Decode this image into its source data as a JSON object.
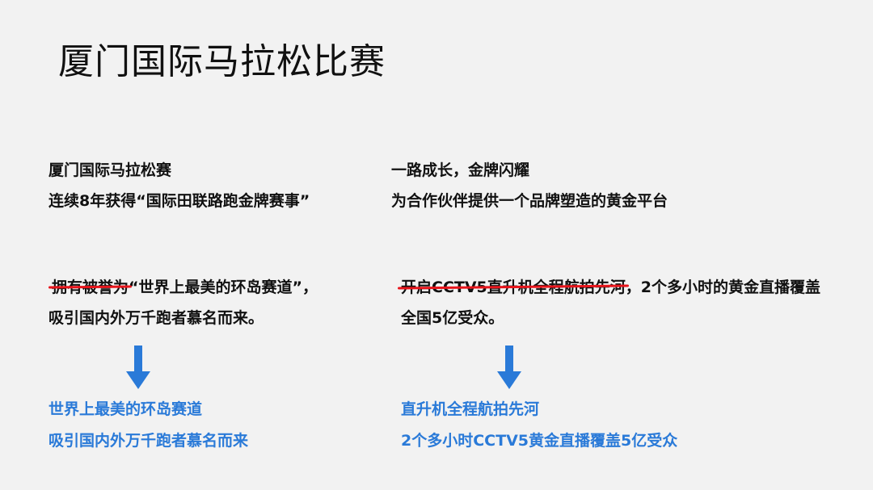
{
  "title": "厦门国际马拉松比赛",
  "left": {
    "header_line1": "厦门国际马拉松赛",
    "header_line2": "连续8年获得“国际田联路跑金牌赛事”",
    "struck_text": "拥有被誉为",
    "body_line1_rest": "“世界上最美的环岛赛道”，",
    "body_line2": "吸引国内外万千跑者慕名而来。",
    "result_line1": "世界上最美的环岛赛道",
    "result_line2": "吸引国内外万千跑者慕名而来"
  },
  "right": {
    "header_line1": "一路成长，金牌闪耀",
    "header_line2": "为合作伙伴提供一个品牌塑造的黄金平台",
    "struck_text": "开启CCTV5直升机全程航拍先河",
    "body_line1_rest": "，2个多小时的黄金直播覆盖",
    "body_line2": "全国5亿受众。",
    "result_line1": "直升机全程航拍先河",
    "result_line2": "2个多小时CCTV5黄金直播覆盖5亿受众"
  },
  "colors": {
    "accent_blue": "#2a7ad8",
    "strike_red": "#e8141b",
    "background": "#f2f2f2"
  },
  "icons": {
    "arrow": "arrow-down-icon"
  }
}
